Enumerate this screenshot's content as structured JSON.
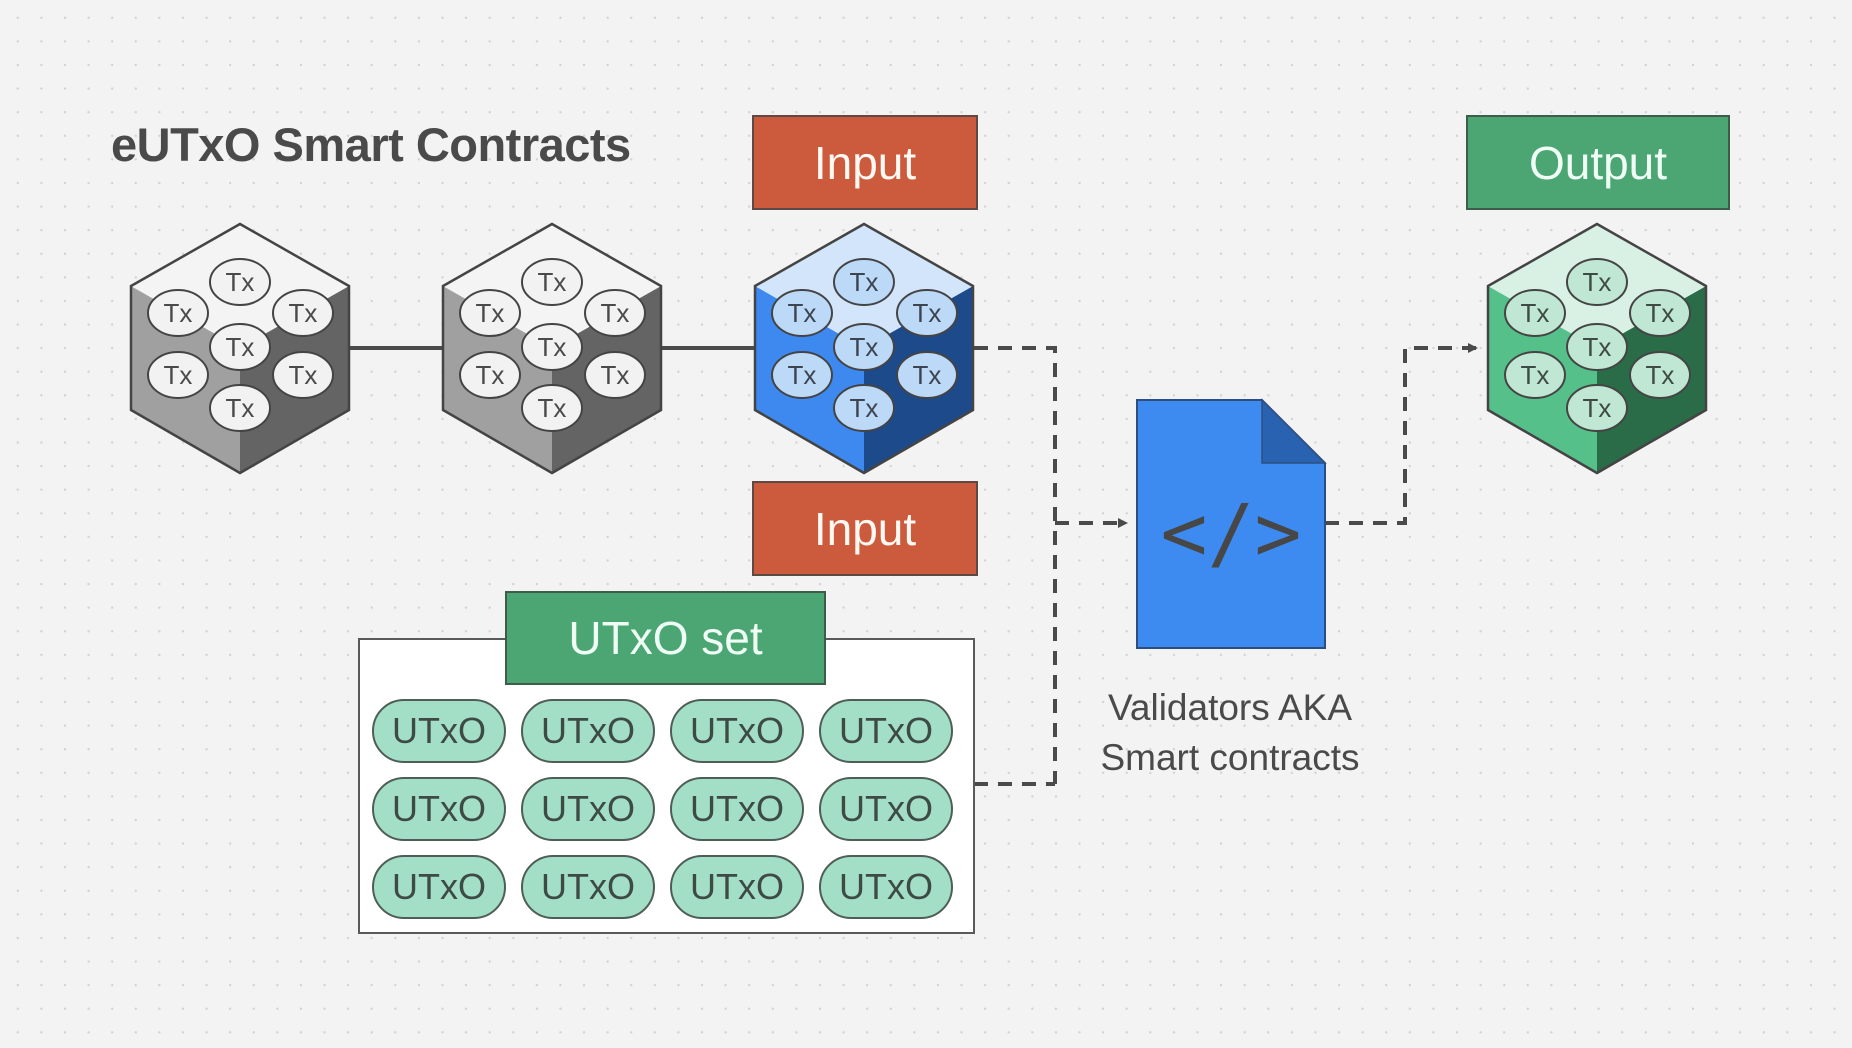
{
  "title": "eUTxO Smart Contracts",
  "blocks": [
    {
      "id": "block-1",
      "state": "confirmed",
      "tx_labels": [
        "Tx",
        "Tx",
        "Tx",
        "Tx",
        "Tx",
        "Tx",
        "Tx"
      ],
      "colors": {
        "top": "#f4f4f4",
        "left": "#a0a0a0",
        "right": "#646464",
        "bubble": "#f2f2f2",
        "text": "#4a4a4a"
      }
    },
    {
      "id": "block-2",
      "state": "confirmed",
      "tx_labels": [
        "Tx",
        "Tx",
        "Tx",
        "Tx",
        "Tx",
        "Tx",
        "Tx"
      ],
      "colors": {
        "top": "#f4f4f4",
        "left": "#a0a0a0",
        "right": "#646464",
        "bubble": "#f2f2f2",
        "text": "#4a4a4a"
      }
    },
    {
      "id": "block-input",
      "state": "input",
      "tx_labels": [
        "Tx",
        "Tx",
        "Tx",
        "Tx",
        "Tx",
        "Tx",
        "Tx"
      ],
      "colors": {
        "top": "#d3e5fb",
        "left": "#3d89ef",
        "right": "#1d4a8a",
        "bubble": "#bdd9f8",
        "text": "#3c4450"
      }
    },
    {
      "id": "block-output",
      "state": "output",
      "tx_labels": [
        "Tx",
        "Tx",
        "Tx",
        "Tx",
        "Tx",
        "Tx",
        "Tx"
      ],
      "colors": {
        "top": "#d9f1e5",
        "left": "#56c08a",
        "right": "#2a6b48",
        "bubble": "#c0e7d3",
        "text": "#3e4a44"
      }
    }
  ],
  "labels": {
    "input_top": "Input",
    "input_bottom": "Input",
    "output": "Output"
  },
  "utxo_set": {
    "header": "UTxO set",
    "items": [
      "UTxO",
      "UTxO",
      "UTxO",
      "UTxO",
      "UTxO",
      "UTxO",
      "UTxO",
      "UTxO",
      "UTxO",
      "UTxO",
      "UTxO",
      "UTxO"
    ]
  },
  "validator": {
    "icon": "code-file-icon",
    "glyph": "</>",
    "caption_line1": "Validators AKA",
    "caption_line2": "Smart contracts",
    "colors": {
      "body": "#3d8af0",
      "fold": "#2a62b2",
      "glyph": "#474747"
    }
  },
  "colors": {
    "input_accent": "#cc5a3c",
    "output_accent": "#4ca673",
    "connector": "#4a4a4a"
  }
}
